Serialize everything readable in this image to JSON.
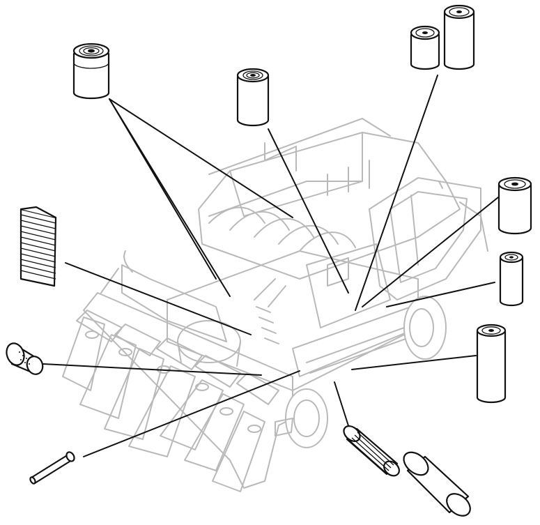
{
  "diagram": {
    "colors": {
      "machine_outline": "#b9b9b9",
      "part_outline": "#111111",
      "leader_line": "#111111",
      "background": "#ffffff"
    },
    "parts": [
      {
        "name": "spin-on-filter-top-left",
        "icon": "spin-on-filter-icon"
      },
      {
        "name": "spin-on-filter-top-center",
        "icon": "spin-on-filter-icon"
      },
      {
        "name": "spin-on-filter-pair-top-right",
        "icon": "spin-on-filter-icon"
      },
      {
        "name": "tall-spin-on-filter-right-upper",
        "icon": "spin-on-filter-icon"
      },
      {
        "name": "cartridge-filter-right-middle",
        "icon": "cartridge-filter-icon"
      },
      {
        "name": "long-spin-on-filter-right-lower",
        "icon": "spin-on-filter-icon"
      },
      {
        "name": "cabin-air-filter-panel-left",
        "icon": "panel-filter-icon"
      },
      {
        "name": "breather-filter-left",
        "icon": "breather-filter-icon"
      },
      {
        "name": "inline-fuel-filter-bottom-left",
        "icon": "inline-filter-icon"
      },
      {
        "name": "air-filter-element-pair-bottom",
        "icon": "air-filter-icon"
      }
    ]
  }
}
